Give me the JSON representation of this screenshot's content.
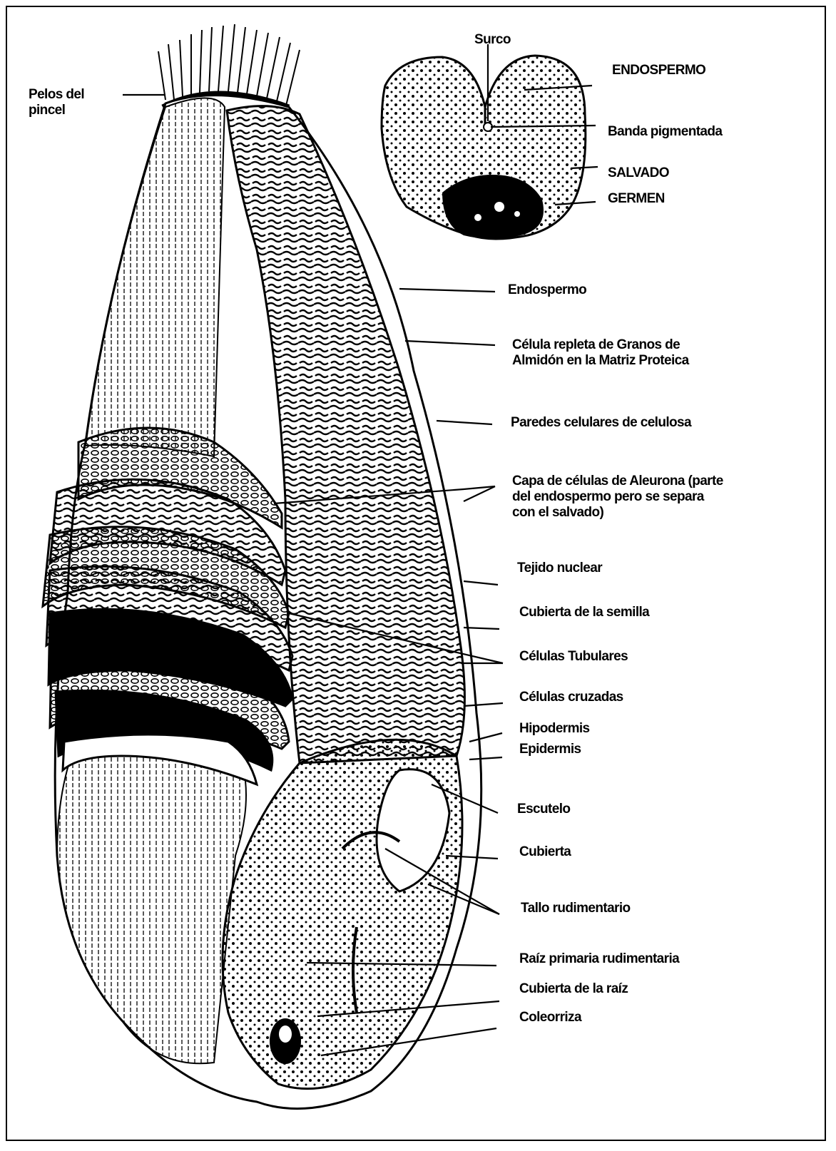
{
  "figure": {
    "cross_section_labels": {
      "surco": "Surco",
      "endosperm_upper": "ENDOSPERMO",
      "banda": "Banda pigmentada",
      "salvado": "SALVADO",
      "germen": "GERMEN"
    },
    "side_labels": {
      "pelos": [
        "Pelos del",
        "pincel"
      ],
      "endospermo": "Endospermo",
      "celula_repleta": [
        "Célula repleta de Granos de",
        "Almidón en la Matriz Proteica"
      ],
      "paredes": "Paredes celulares de celulosa",
      "capa_aleurona": [
        "Capa de células de Aleurona (parte",
        "del endospermo pero se separa",
        "con el salvado)"
      ],
      "tejido_nuclear": "Tejido nuclear",
      "cubierta_semilla": "Cubierta de la semilla",
      "celulas_tubulares": "Células Tubulares",
      "celulas_cruzadas": "Células cruzadas",
      "hipodermis": "Hipodermis",
      "epidermis": "Epidermis",
      "escutelo": "Escutelo",
      "cubierta": "Cubierta",
      "tallo_rudimentario": "Tallo rudimentario",
      "raiz_primaria": "Raíz primaria rudimentaria",
      "cubierta_raiz": "Cubierta de la raíz",
      "coleorriza": "Coleorriza"
    }
  }
}
